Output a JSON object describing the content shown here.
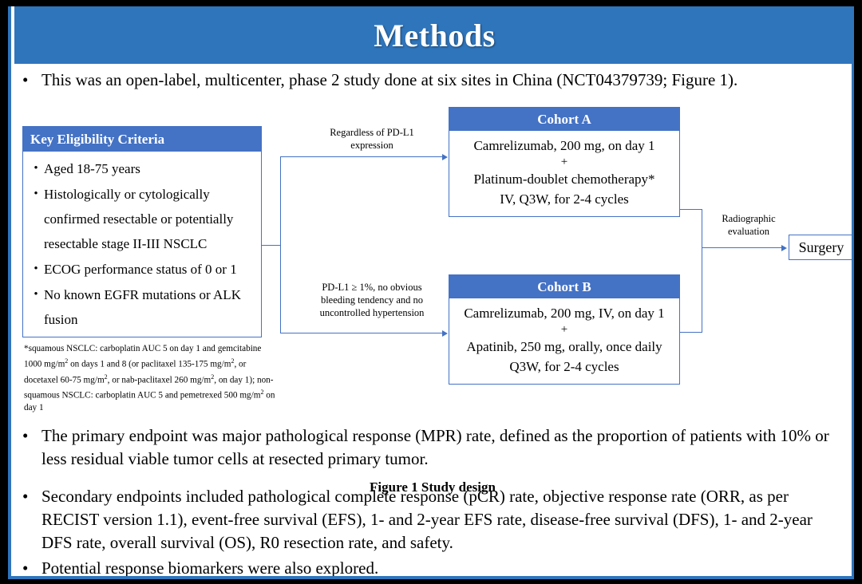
{
  "slide": {
    "title": "Methods",
    "accent_color": "#2f75bc",
    "box_color": "#4472c4"
  },
  "bullets": {
    "intro": "This was an open-label, multicenter, phase 2 study done at six sites in China (NCT04379739; Figure 1).",
    "primary": "The primary endpoint was major pathological response (MPR) rate, defined as the proportion of patients with 10% or less residual viable tumor cells at resected primary tumor.",
    "secondary": "Secondary endpoints included pathological complete response (pCR) rate, objective response rate (ORR, as per RECIST version 1.1), event-free survival (EFS), 1- and 2-year EFS rate, disease-free survival (DFS), 1- and 2-year DFS rate, overall survival (OS), R0 resection rate, and safety.",
    "biomarkers": "Potential response biomarkers were also explored.",
    "dot": "•"
  },
  "figure": {
    "caption": "Figure 1 Study design",
    "eligibility": {
      "header": "Key  Eligibility Criteria",
      "items": [
        "Aged 18-75 years",
        "Histologically or cytologically confirmed resectable or potentially resectable stage II-III  NSCLC",
        "ECOG performance status of 0 or 1",
        "No known EGFR mutations or ALK fusion"
      ],
      "dot": "•"
    },
    "footnote": {
      "line1_a": "*squamous NSCLC: carboplatin AUC 5 on day 1 and gemcitabine 1000 mg/m",
      "line1_b": " on days 1 and 8 (or",
      "line2_a": "paclitaxel 135-175  mg/m",
      "line2_b": ", or docetaxel 60-75 mg/m",
      "line2_c": ", or nab-paclitaxel 260 mg/m",
      "line2_d": ", on day 1); non-",
      "line3_a": "squamous NSCLC: carboplatin AUC 5 and pemetrexed 500 mg/m",
      "line3_b": " on day 1",
      "sup": "2"
    },
    "cohort_a": {
      "header": "Cohort A",
      "line1": "Camrelizumab, 200 mg, on day 1",
      "plus": "+",
      "line2": "Platinum-doublet chemotherapy*",
      "line3": "IV, Q3W, for 2-4 cycles"
    },
    "cohort_b": {
      "header": "Cohort B",
      "line1": "Camrelizumab, 200 mg, IV, on day 1",
      "plus": "+",
      "line2": "Apatinib, 250 mg, orally, once daily",
      "line3": "Q3W, for 2-4 cycles"
    },
    "annotations": {
      "regardless_line1": "Regardless  of PD-L1",
      "regardless_line2": "expression",
      "pdl1_line1": "PD-L1 ≥ 1%, no obvious",
      "pdl1_line2": "bleeding tendency and no",
      "pdl1_line3": "uncontrolled  hypertension",
      "radio_line1": "Radiographic",
      "radio_line2": "evaluation"
    },
    "surgery": "Surgery"
  }
}
